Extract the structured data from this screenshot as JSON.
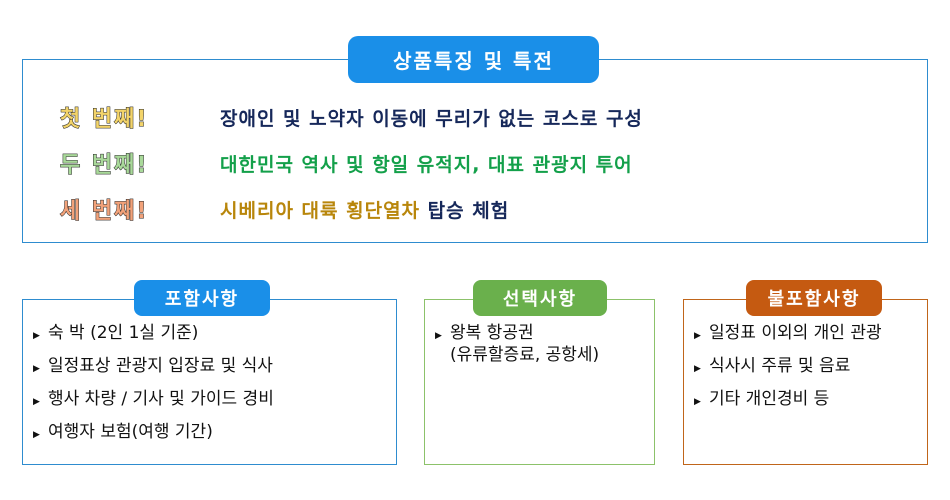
{
  "title": "상품특징 및 특전",
  "features": [
    {
      "ordinal": "첫 번째!",
      "parts": [
        {
          "text": "장애인 및 노약자 이동에 무리가 없는 코스로 구성",
          "color": "#16285a"
        }
      ]
    },
    {
      "ordinal": "두 번째!",
      "parts": [
        {
          "text": "대한민국 역사 및 항일 유적지, 대표 관광지 투어",
          "color": "#13a04a"
        }
      ]
    },
    {
      "ordinal": "세 번째!",
      "parts": [
        {
          "text": "시베리아 대륙 횡단열차 ",
          "color": "#b8860b"
        },
        {
          "text": "탑승 체험",
          "color": "#16285a"
        }
      ]
    }
  ],
  "sections": {
    "included": {
      "title": "포함사항",
      "items": [
        "숙 박 (2인 1실 기준)",
        "일정표상 관광지 입장료 및 식사",
        "행사 차량 / 기사 및 가이드 경비",
        "여행자 보험(여행 기간)"
      ]
    },
    "optional": {
      "title": "선택사항",
      "items": [
        {
          "line1": "왕복 항공권",
          "line2": "(유류할증료, 공항세)"
        }
      ]
    },
    "excluded": {
      "title": "불포함사항",
      "items": [
        "일정표 이외의 개인 관광",
        "식사시 주류 및 음료",
        "기타 개인경비 등"
      ]
    }
  },
  "bullet_glyph": "▶"
}
